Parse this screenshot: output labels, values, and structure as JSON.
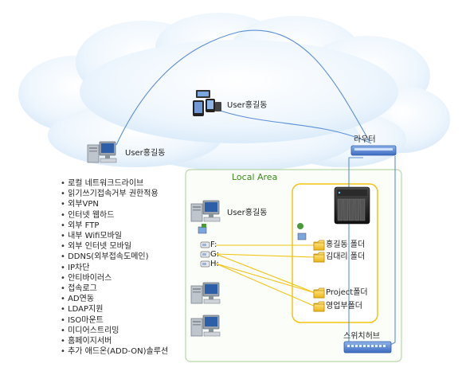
{
  "users": {
    "remote_left": "User홍길동",
    "remote_mobile": "User홍길동",
    "local": "User홍길동"
  },
  "router": {
    "label": "라우터"
  },
  "switch": {
    "label": "스위치허브"
  },
  "local_area": {
    "title": "Local Area"
  },
  "drives": [
    "F:",
    "G:",
    "H:"
  ],
  "folders": [
    "홍길동 폴더",
    "김대리 폴더",
    "Project폴더",
    "영업부폴더"
  ],
  "features": [
    "로컬 네트워크드라이브",
    "읽기쓰기접속거부 권한적용",
    "외부VPN",
    "인터넷 웹하드",
    "외부 FTP",
    "내부 Wifi모바일",
    "외부 인터넷 모바일",
    "DDNS(외부접속도메인)",
    "IP차단",
    "안티바이러스",
    "접속로그",
    "AD연동",
    "LDAP지원",
    "ISO마운트",
    "미디어스트리밍",
    "홈페이지서버",
    "추가 애드온(ADD-ON)솔루션"
  ],
  "colors": {
    "cloud": "#dfeefa",
    "link_line": "#5b8fd6",
    "share_line": "#f2c40f",
    "local_area_border": "#b6d7a8",
    "nas_panel_border": "#f2c40f",
    "device": "#4a78c8"
  },
  "icons": {
    "router": "router-icon",
    "switch": "switch-hub-icon",
    "nas": "nas-server-icon",
    "pc": "desktop-pc-icon",
    "folder": "folder-icon",
    "drive": "network-drive-icon"
  }
}
